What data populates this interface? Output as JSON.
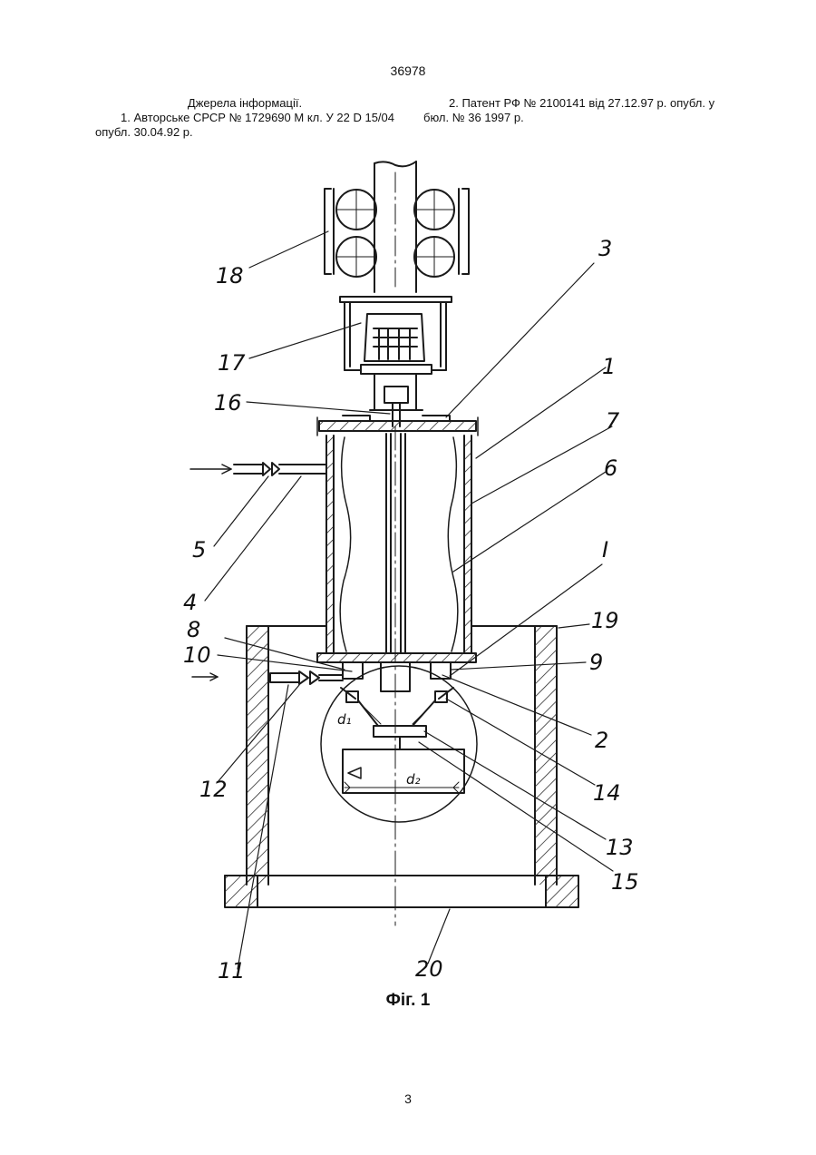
{
  "header": {
    "patent_number": "36978"
  },
  "references": {
    "heading": "Джерела інформації.",
    "ref1": "1. Авторське СРСР № 1729690 М кл. У 22 D 15/04 опубл. 30.04.92 р.",
    "ref2": "2. Патент РФ № 2100141 від 27.12.97 р. опубл. у бюл. № 36 1997 р."
  },
  "figure": {
    "caption": "Фіг. 1",
    "labels": {
      "l1": "1",
      "l2": "2",
      "l3": "3",
      "l4": "4",
      "l5": "5",
      "l6": "6",
      "l7": "7",
      "l8": "8",
      "l9": "9",
      "l10": "10",
      "l11": "11",
      "l12": "12",
      "l13": "13",
      "l14": "14",
      "l15": "15",
      "l16": "16",
      "l17": "17",
      "l18": "18",
      "l19": "19",
      "l20": "20",
      "lI": "I",
      "d1": "d₁",
      "d2": "d₂"
    }
  },
  "footer": {
    "page_number": "3"
  }
}
